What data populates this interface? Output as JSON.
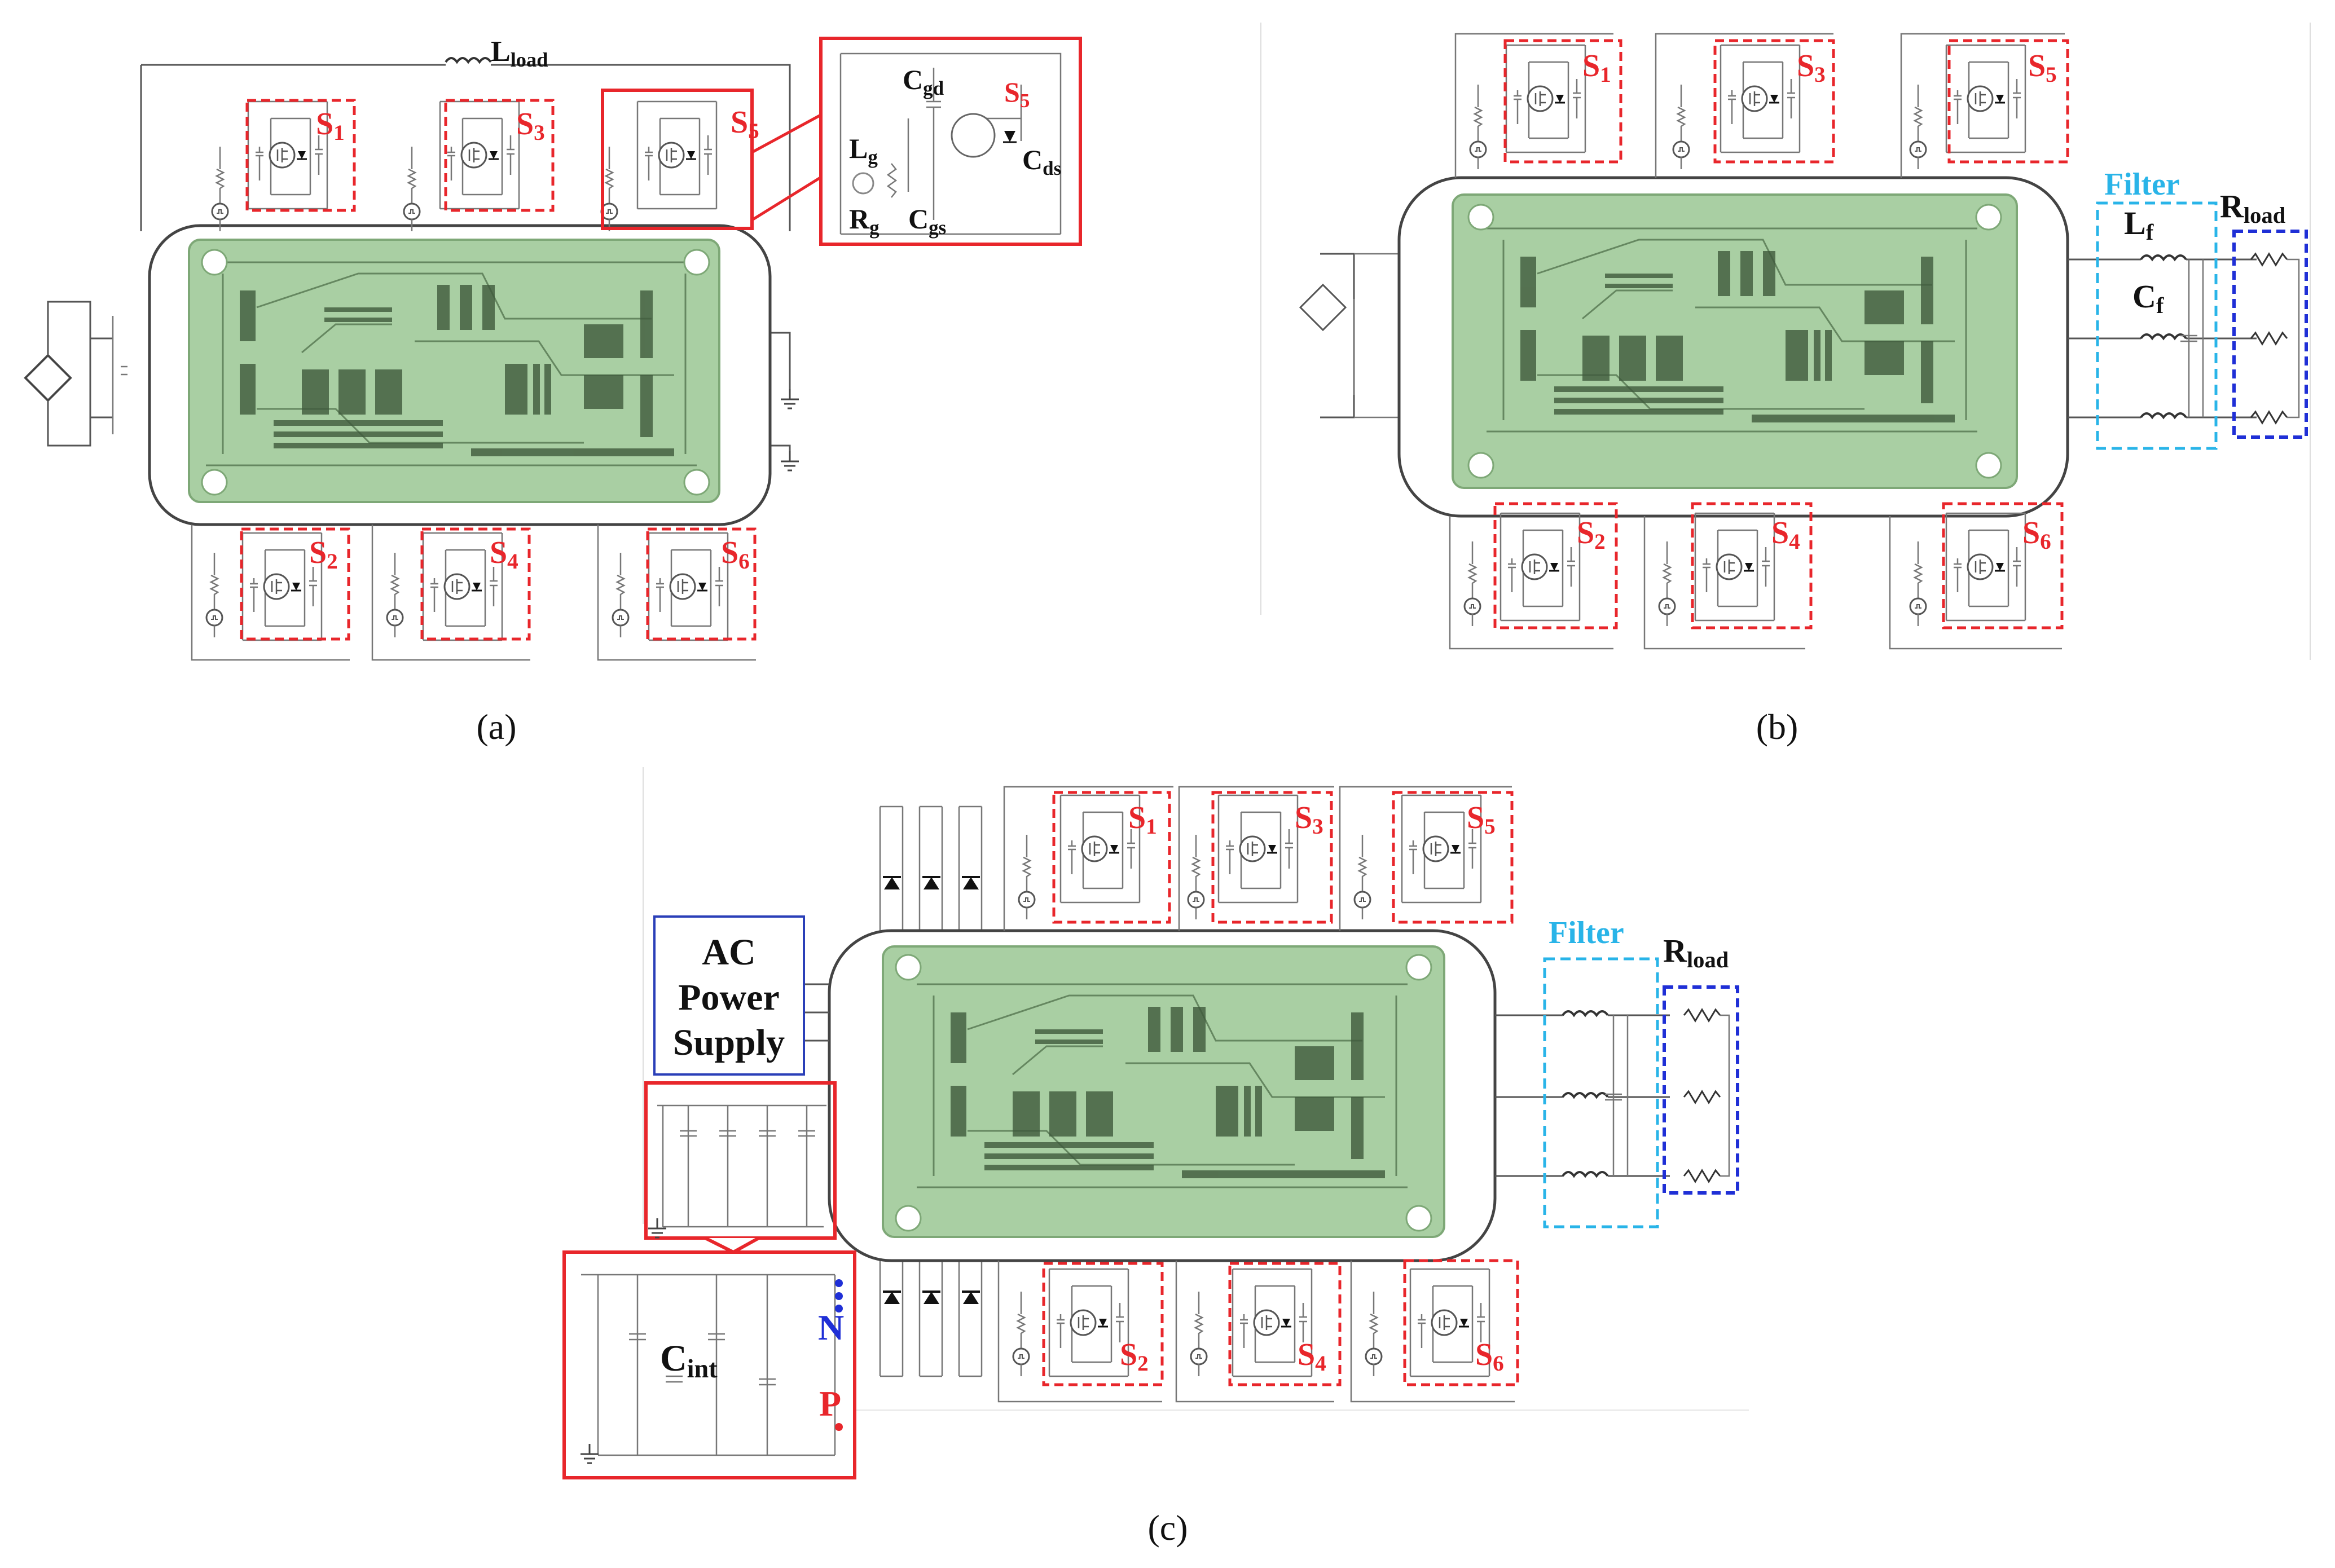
{
  "panels": {
    "a": {
      "label": "(a)",
      "inductor_label": "L",
      "inductor_sub": "load",
      "switches": [
        {
          "name": "S",
          "sub": "1"
        },
        {
          "name": "S",
          "sub": "3"
        },
        {
          "name": "S",
          "sub": "5"
        },
        {
          "name": "S",
          "sub": "2"
        },
        {
          "name": "S",
          "sub": "4"
        },
        {
          "name": "S",
          "sub": "6"
        }
      ],
      "zoom": {
        "cgd": {
          "name": "C",
          "sub": "gd"
        },
        "s5": {
          "name": "S",
          "sub": "5"
        },
        "lg": {
          "name": "L",
          "sub": "g"
        },
        "cds": {
          "name": "C",
          "sub": "ds"
        },
        "rg": {
          "name": "R",
          "sub": "g"
        },
        "cgs": {
          "name": "C",
          "sub": "gs"
        }
      }
    },
    "b": {
      "label": "(b)",
      "filter_label": "Filter",
      "lf": {
        "name": "L",
        "sub": "f"
      },
      "cf": {
        "name": "C",
        "sub": "f"
      },
      "rload": {
        "name": "R",
        "sub": "load"
      },
      "switches": [
        {
          "name": "S",
          "sub": "1"
        },
        {
          "name": "S",
          "sub": "3"
        },
        {
          "name": "S",
          "sub": "5"
        },
        {
          "name": "S",
          "sub": "2"
        },
        {
          "name": "S",
          "sub": "4"
        },
        {
          "name": "S",
          "sub": "6"
        }
      ]
    },
    "c": {
      "label": "(c)",
      "supply_lines": [
        "AC",
        "Power",
        "Supply"
      ],
      "filter_label": "Filter",
      "rload": {
        "name": "R",
        "sub": "load"
      },
      "cint": {
        "name": "C",
        "sub": "int"
      },
      "n_label": "N",
      "p_label": "P",
      "switches": [
        {
          "name": "S",
          "sub": "1"
        },
        {
          "name": "S",
          "sub": "3"
        },
        {
          "name": "S",
          "sub": "5"
        },
        {
          "name": "S",
          "sub": "2"
        },
        {
          "name": "S",
          "sub": "4"
        },
        {
          "name": "S",
          "sub": "6"
        }
      ]
    }
  },
  "colors": {
    "switch_box": "#e8262b",
    "filter_box": "#29b4e8",
    "load_box": "#1f2fd6",
    "pcb": "#a9cfa3"
  }
}
